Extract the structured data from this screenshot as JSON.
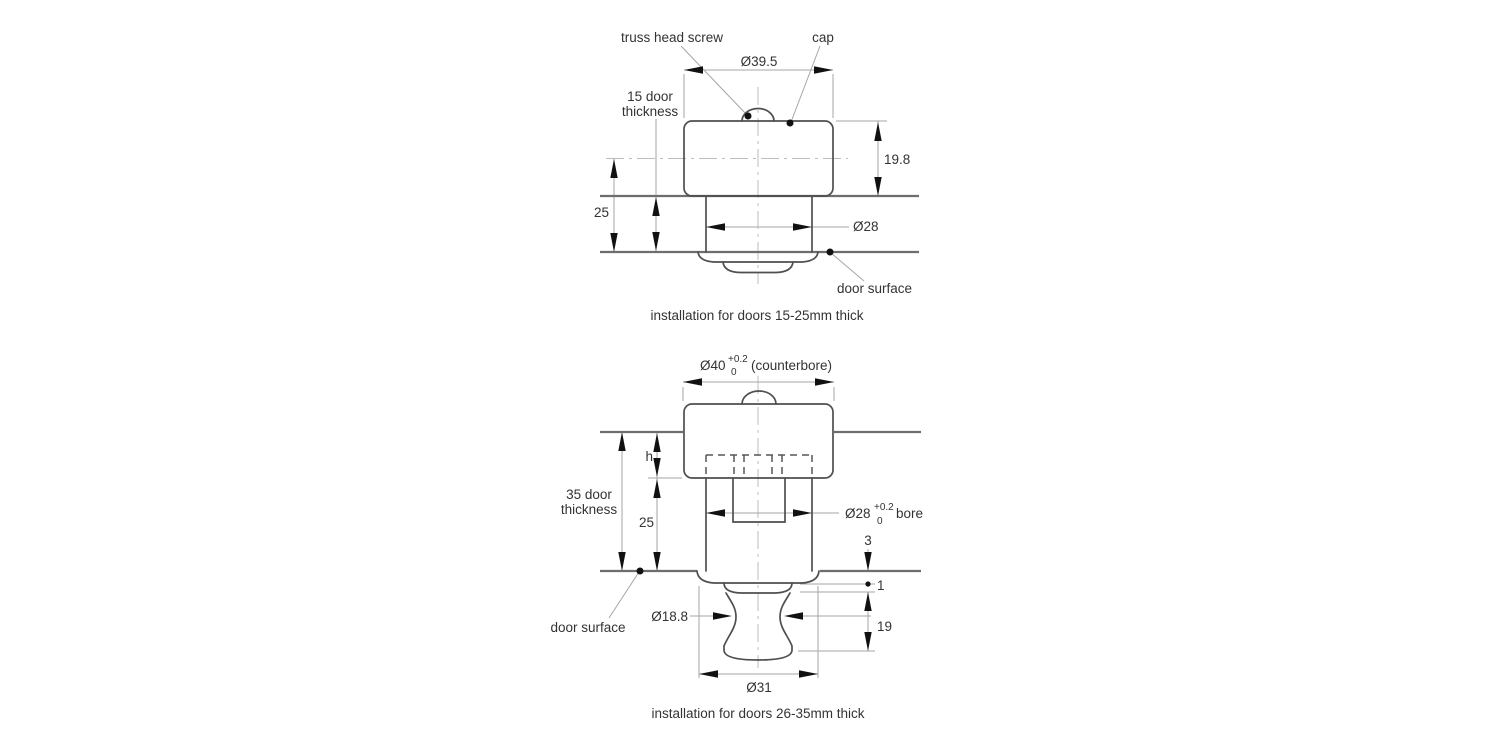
{
  "colors": {
    "background": "#ffffff",
    "object_line": "#4f4f4f",
    "door_line": "#6e6e6e",
    "dimension_line": "#a6a6a6",
    "text": "#333333",
    "arrow": "#111111"
  },
  "top": {
    "caption": "installation for doors 15-25mm thick",
    "label_truss": "truss head screw",
    "label_cap": "cap",
    "label_thickness_1": "15 door",
    "label_thickness_2": "thickness",
    "label_door_surface": "door surface",
    "dim_cap_diameter": "Ø39.5",
    "dim_cap_height": "19.8",
    "dim_depth": "25",
    "dim_body_diameter": "Ø28"
  },
  "bottom": {
    "caption": "installation for doors 26-35mm thick",
    "label_thickness_1": "35 door",
    "label_thickness_2": "thickness",
    "label_door_surface": "door surface",
    "dim_counterbore": "Ø40",
    "dim_counterbore_tol_up": "+0.2",
    "dim_counterbore_tol_dn": "0",
    "dim_counterbore_note": "(counterbore)",
    "dim_inset": "h",
    "dim_depth": "25",
    "dim_bore": "Ø28",
    "dim_bore_tol_up": "+0.2",
    "dim_bore_tol_dn": "0",
    "dim_bore_note": "bore",
    "dim_gap": "3",
    "dim_step": "1",
    "dim_knob_height": "19",
    "dim_neck_diameter": "Ø18.8",
    "dim_base_diameter": "Ø31"
  }
}
